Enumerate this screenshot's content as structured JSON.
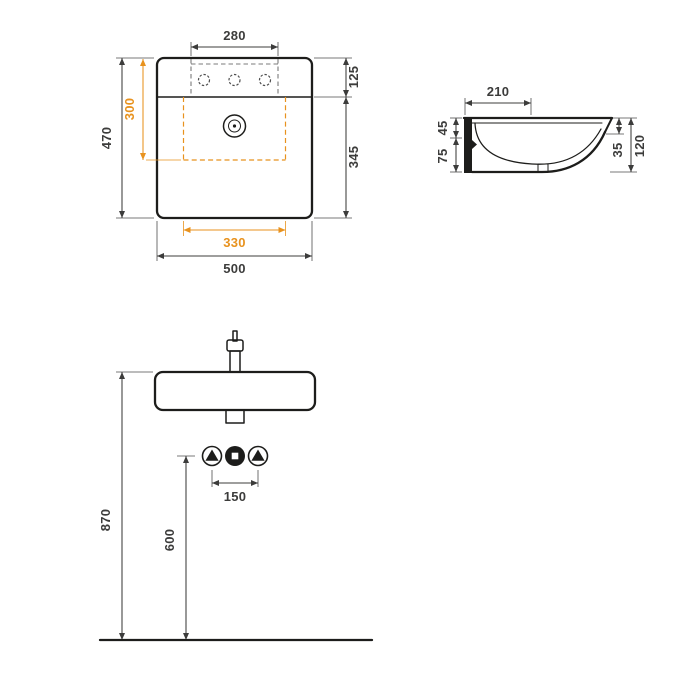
{
  "colors": {
    "line": "#1D1D1B",
    "dimension_text": "#3C3C3B",
    "accent": "#E8921E",
    "background": "#FFFFFF"
  },
  "top_view": {
    "tap_spacing": "280",
    "basin_depth": "300",
    "overall_depth": "470",
    "ledge_depth": "125",
    "bowl_depth": "345",
    "basin_width": "330",
    "overall_width": "500"
  },
  "side_view": {
    "ledge_projection": "210",
    "upper_height": "45",
    "lower_height": "75",
    "front_edge_height": "35",
    "total_height": "120"
  },
  "front_view": {
    "rim_height": "870",
    "drain_height": "600",
    "connection_spacing": "150"
  }
}
